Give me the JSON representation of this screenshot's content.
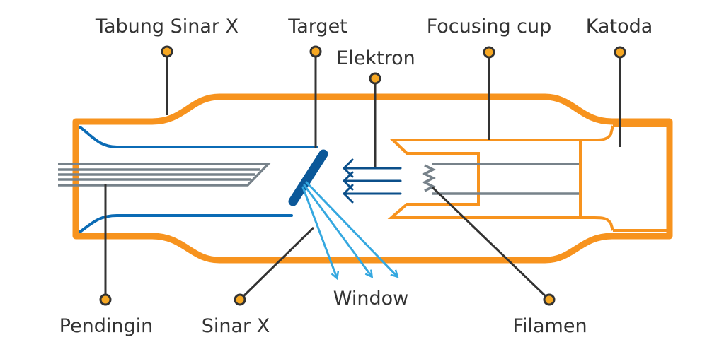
{
  "labels": {
    "tabung": "Tabung Sinar X",
    "target": "Target",
    "elektron": "Elektron",
    "focusing_cup": "Focusing cup",
    "katoda": "Katoda",
    "pendingin": "Pendingin",
    "sinar_x": "Sinar X",
    "window": "Window",
    "filamen": "Filamen"
  },
  "colors": {
    "tube": "#F7931E",
    "anode": "#0B6BB5",
    "xray": "#35A8E0",
    "electron": "#0B4F8A",
    "wire": "#77828A",
    "leader": "#333333",
    "dot": "#F7A823"
  },
  "icons": {
    "electron_beam": "left-arrows-icon",
    "xray_beam": "down-right-arrows-icon"
  }
}
